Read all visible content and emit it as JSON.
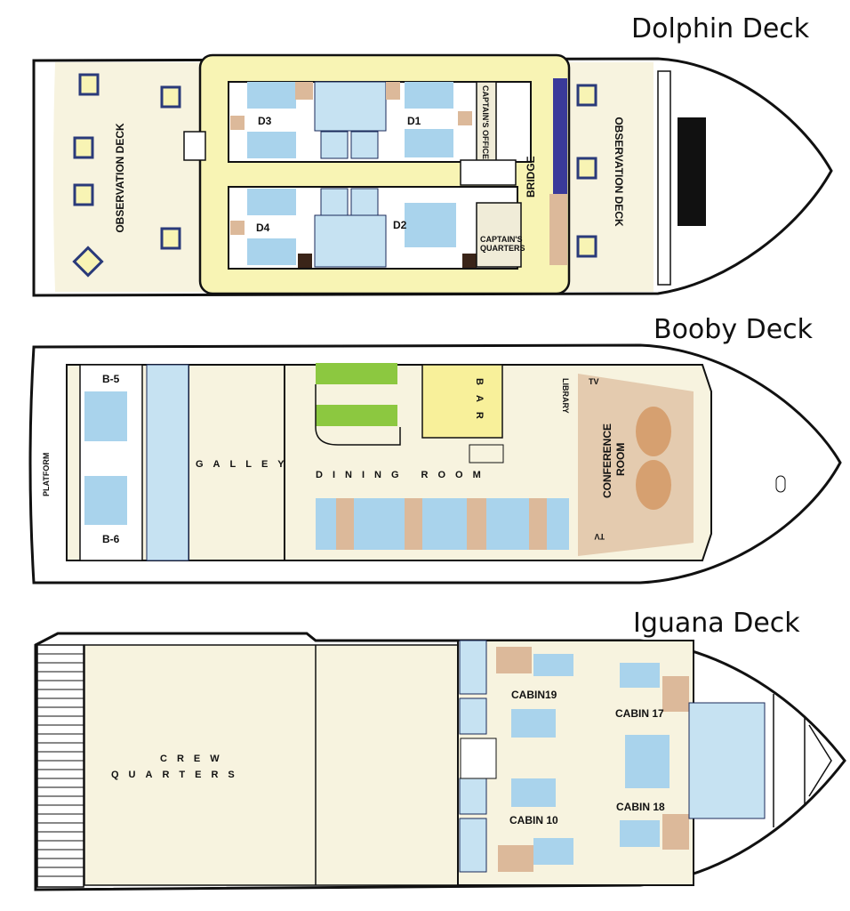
{
  "decks": {
    "dolphin": {
      "title": "Dolphin Deck",
      "labels": {
        "observation_deck_aft": "OBSERVATION DECK",
        "observation_deck_fwd": "OBSERVATION DECK",
        "d1": "D1",
        "d2": "D2",
        "d3": "D3",
        "d4": "D4",
        "captains_office": "CAPTAIN'S OFFICE",
        "bridge": "BRIDGE",
        "captains_quarters_1": "CAPTAIN'S",
        "captains_quarters_2": "QUARTERS"
      }
    },
    "booby": {
      "title": "Booby Deck",
      "labels": {
        "b5": "B-5",
        "b6": "B-6",
        "platform": "PLATFORM",
        "galley": "GALLEY",
        "dining_room": "DINING ROOM",
        "bar": "BAR",
        "library": "LIBRARY",
        "conference_room_1": "CONFERENCE",
        "conference_room_2": "ROOM",
        "tv_top": "TV",
        "tv_bottom": "TV"
      }
    },
    "iguana": {
      "title": "Iguana Deck",
      "labels": {
        "crew": "CREW",
        "quarters": "QUARTERS",
        "cabin19": "CABIN19",
        "cabin17": "CABIN 17",
        "cabin10": "CABIN 10",
        "cabin18": "CABIN 18"
      }
    }
  },
  "colors": {
    "bed": "#a9d3ec",
    "tile": "#c6e2f2",
    "rug": "#dcb99a",
    "deck": "#f7f3df",
    "cabin_house": "#f8f4b4",
    "bridge_console": "#3a3a9a"
  }
}
